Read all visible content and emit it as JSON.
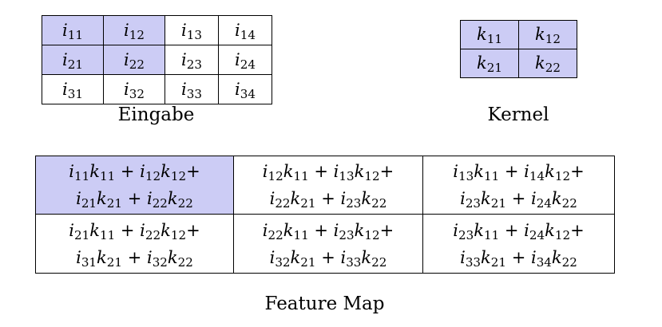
{
  "input": {
    "caption": "Eingabe",
    "cells": [
      [
        {
          "base": "i",
          "sub": "11",
          "highlighted": true
        },
        {
          "base": "i",
          "sub": "12",
          "highlighted": true
        },
        {
          "base": "i",
          "sub": "13",
          "highlighted": false
        },
        {
          "base": "i",
          "sub": "14",
          "highlighted": false
        }
      ],
      [
        {
          "base": "i",
          "sub": "21",
          "highlighted": true
        },
        {
          "base": "i",
          "sub": "22",
          "highlighted": true
        },
        {
          "base": "i",
          "sub": "23",
          "highlighted": false
        },
        {
          "base": "i",
          "sub": "24",
          "highlighted": false
        }
      ],
      [
        {
          "base": "i",
          "sub": "31",
          "highlighted": false
        },
        {
          "base": "i",
          "sub": "32",
          "highlighted": false
        },
        {
          "base": "i",
          "sub": "33",
          "highlighted": false
        },
        {
          "base": "i",
          "sub": "34",
          "highlighted": false
        }
      ]
    ]
  },
  "kernel": {
    "caption": "Kernel",
    "cells": [
      [
        {
          "base": "k",
          "sub": "11",
          "highlighted": true
        },
        {
          "base": "k",
          "sub": "12",
          "highlighted": true
        }
      ],
      [
        {
          "base": "k",
          "sub": "21",
          "highlighted": true
        },
        {
          "base": "k",
          "sub": "22",
          "highlighted": true
        }
      ]
    ]
  },
  "feature_map": {
    "caption": "Feature Map",
    "cells": [
      [
        {
          "highlighted": true,
          "line1": "i11k11 + i12k12+",
          "line2": "i21k21 + i22k22"
        },
        {
          "highlighted": false,
          "line1": "i12k11 + i13k12+",
          "line2": "i22k21 + i23k22"
        },
        {
          "highlighted": false,
          "line1": "i13k11 + i14k12+",
          "line2": "i23k21 + i24k22"
        }
      ],
      [
        {
          "highlighted": false,
          "line1": "i21k11 + i22k12+",
          "line2": "i31k21 + i32k22"
        },
        {
          "highlighted": false,
          "line1": "i22k11 + i23k12+",
          "line2": "i32k21 + i33k22"
        },
        {
          "highlighted": false,
          "line1": "i23k11 + i24k12+",
          "line2": "i33k21 + i34k22"
        }
      ]
    ]
  },
  "colors": {
    "highlight": "#ccccf5",
    "border": "#000000",
    "background": "#ffffff"
  }
}
